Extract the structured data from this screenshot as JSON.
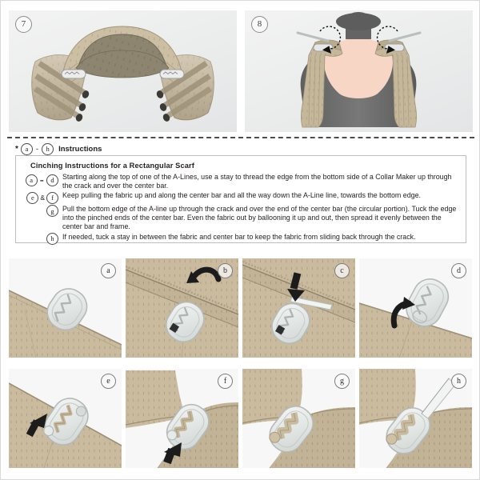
{
  "top_panels": [
    {
      "number": "7",
      "alt_name": "scarf-collar-flat-view"
    },
    {
      "number": "8",
      "alt_name": "scarf-on-mannequin-view"
    }
  ],
  "instructions_header": {
    "star": "*",
    "from_letter": "a",
    "dash": "-",
    "to_letter": "h",
    "label": "Instructions"
  },
  "instruction_box": {
    "title": "Cinching Instructions for a Rectangular Scarf",
    "lines": [
      {
        "tag_letters": [
          "a",
          "d"
        ],
        "tag_separator": "-",
        "text": "Starting along the top of one of the A-Lines, use a stay to thread the edge from the bottom side of a Collar Maker up through the crack and over the center bar."
      },
      {
        "tag_letters": [
          "e",
          "f"
        ],
        "tag_separator": "&",
        "text": "Keep pulling the fabric up and along the center bar and all the way down the A-Line line, towards the bottom edge."
      },
      {
        "tag_letters": [
          "g"
        ],
        "tag_separator": "",
        "text": "Pull the bottom edge of the A-line up through the crack and over the end of the center bar (the circular portion).  Tuck the edge into the pinched ends of the center bar.  Even the fabric out by ballooning it up and out, then spread it evenly between the center bar and frame."
      },
      {
        "tag_letters": [
          "h"
        ],
        "tag_separator": "",
        "text": "If needed, tuck a stay in between the fabric and center bar to keep the fabric from sliding back through the crack."
      }
    ]
  },
  "steps": [
    {
      "letter": "a",
      "name": "step-a-stay-on-edge"
    },
    {
      "letter": "b",
      "name": "step-b-arrow-over-bar"
    },
    {
      "letter": "c",
      "name": "step-c-stay-through-crack"
    },
    {
      "letter": "d",
      "name": "step-d-pull-up-arrow"
    },
    {
      "letter": "e",
      "name": "step-e-pull-along-bar"
    },
    {
      "letter": "f",
      "name": "step-f-fabric-up-arrow"
    },
    {
      "letter": "g",
      "name": "step-g-balloon-spread"
    },
    {
      "letter": "h",
      "name": "step-h-tuck-stay"
    }
  ],
  "colors": {
    "fabric_light": "#cfc0a4",
    "fabric_mid": "#bfae90",
    "fabric_dark": "#8e816b",
    "panel_bg": "#f7f7f7",
    "tool_frame": "#e9ebea",
    "tool_edge": "#b9bfbd",
    "skin": "#f6d3c4",
    "mannequin": "#6e6e6e",
    "accent_dark": "#231f20"
  }
}
